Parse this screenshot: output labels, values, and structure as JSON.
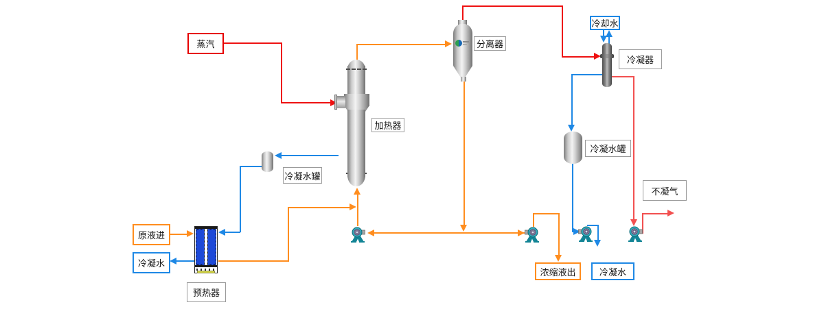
{
  "colors": {
    "steam_line": "#ee1111",
    "vent_line": "#f25050",
    "process_line": "#ff8d1e",
    "water_line": "#1e88e5"
  },
  "equipment": {
    "heater": {
      "label": "加热器"
    },
    "separator": {
      "label": "分离器"
    },
    "condenser": {
      "label": "冷凝器"
    },
    "condensate_tank_small": {
      "label": "冷凝水罐"
    },
    "condensate_tank_right": {
      "label": "冷凝水罐"
    },
    "preheater": {
      "label": "预热器"
    }
  },
  "streams": {
    "steam_in": {
      "label": "蒸汽"
    },
    "cooling_water": {
      "label": "冷却水"
    },
    "non_condensable_gas": {
      "label": "不凝气"
    },
    "feed_in": {
      "label": "原液进"
    },
    "condensate_water_left": {
      "label": "冷凝水"
    },
    "concentrate_out": {
      "label": "浓缩液出"
    },
    "condensate_water_right": {
      "label": "冷凝水"
    }
  }
}
